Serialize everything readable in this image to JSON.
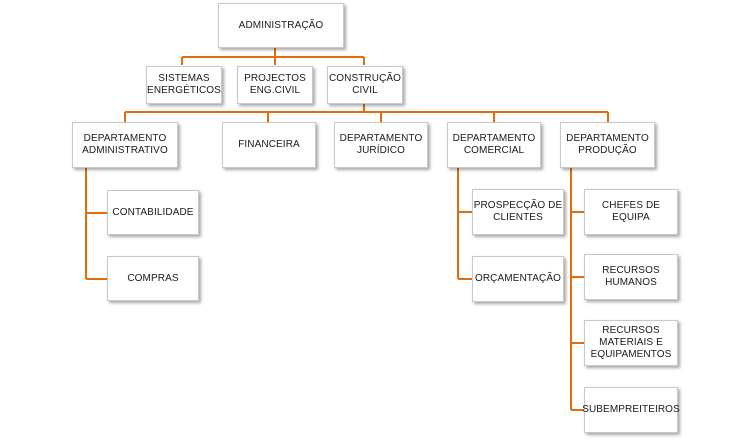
{
  "org_chart": {
    "root": "ADMINISTRAÇÃO",
    "level1": [
      "SISTEMAS\nENERGÉTICOS",
      "PROJECTOS\nENG.CIVIL",
      "CONSTRUÇÃO\nCIVIL"
    ],
    "departments": [
      "DEPARTAMENTO\nADMINISTRATIVO",
      "FINANCEIRA",
      "DEPARTAMENTO\nJURÍDICO",
      "DEPARTAMENTO\nCOMERCIAL",
      "DEPARTAMENTO\nPRODUÇÃO"
    ],
    "administrativo_children": [
      "CONTABILIDADE",
      "COMPRAS"
    ],
    "comercial_children": [
      "PROSPECÇÃO DE\nCLIENTES",
      "ORÇAMENTAÇÃO"
    ],
    "producao_children": [
      "CHEFES DE EQUIPA",
      "RECURSOS\nHUMANOS",
      "RECURSOS\nMATERIAIS E\nEQUIPAMENTOS",
      "SUBEMPREITEIROS"
    ]
  },
  "colors": {
    "connector": "#e46c0a",
    "box_border": "#c8c8c8"
  }
}
